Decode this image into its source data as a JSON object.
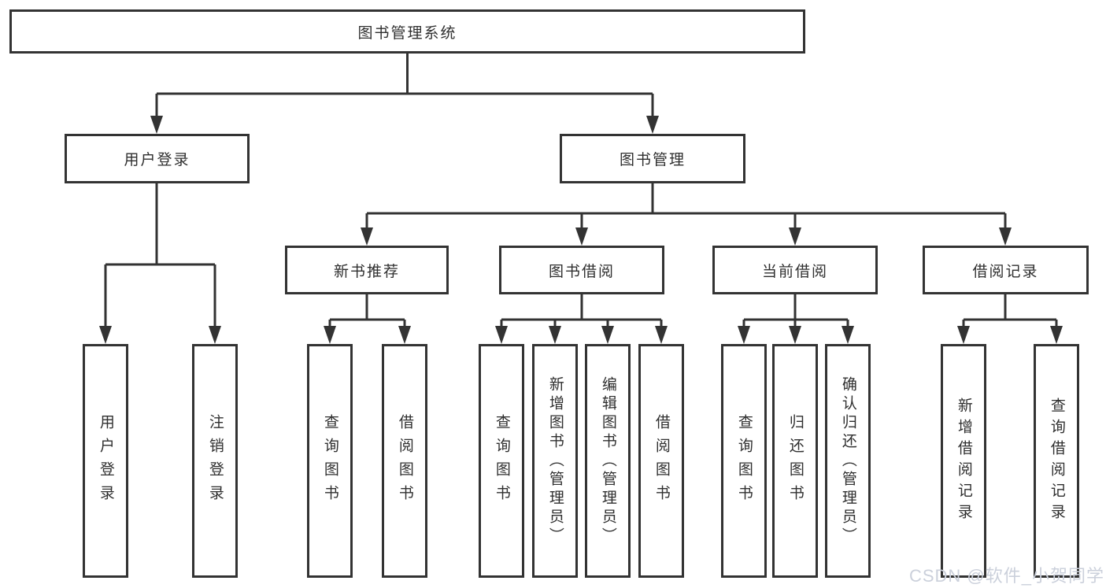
{
  "colors": {
    "line": "#333333",
    "text": "#2f2f2f",
    "background": "#ffffff",
    "watermark": "#cbd0db"
  },
  "diagram": {
    "root": {
      "label": "图书管理系统"
    },
    "branches": [
      {
        "label": "用户登录",
        "children": [
          "用户登录",
          "注销登录"
        ]
      },
      {
        "label": "图书管理",
        "children": [
          {
            "label": "新书推荐",
            "children": [
              "查询图书",
              "借阅图书"
            ]
          },
          {
            "label": "图书借阅",
            "children": [
              "查询图书",
              "新增图书（管理员）",
              "编辑图书（管理员）",
              "借阅图书"
            ]
          },
          {
            "label": "当前借阅",
            "children": [
              "查询图书",
              "归还图书",
              "确认归还（管理员）"
            ]
          },
          {
            "label": "借阅记录",
            "children": [
              "新增借阅记录",
              "查询借阅记录"
            ]
          }
        ]
      }
    ]
  },
  "watermark": {
    "text": "CSDN @软件_小贺同学"
  }
}
